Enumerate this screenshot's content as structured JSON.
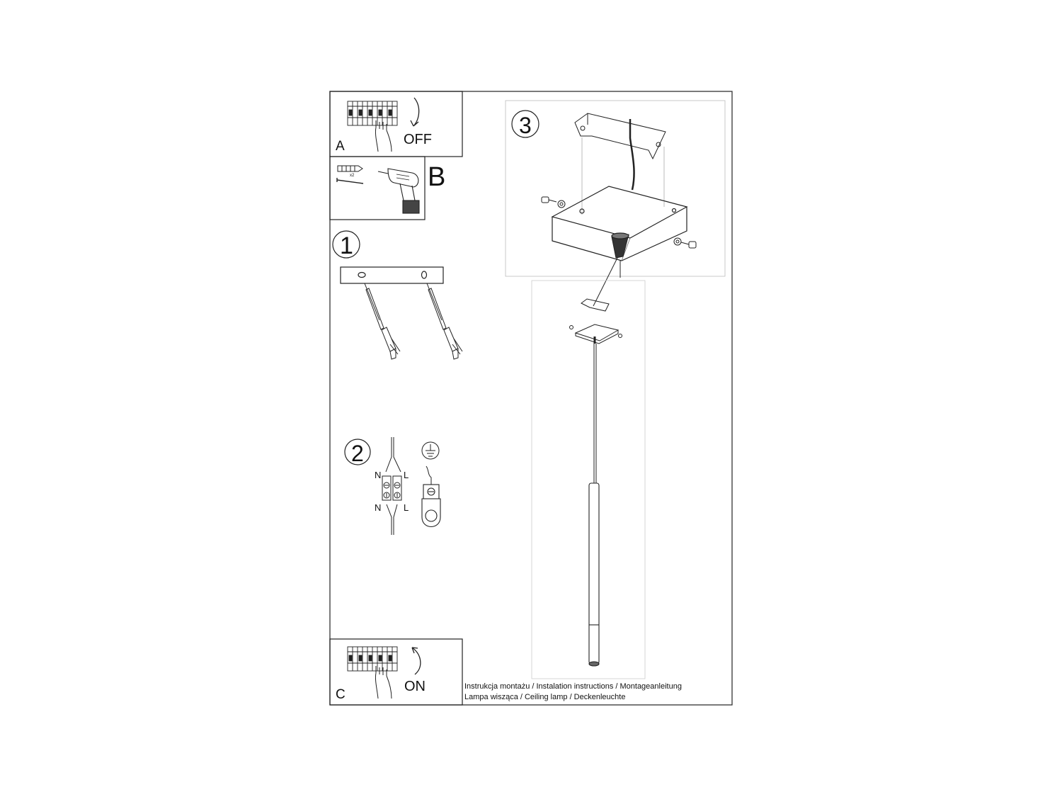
{
  "panels": {
    "a": {
      "letter": "A",
      "state": "OFF"
    },
    "b": {
      "letter": "B",
      "qty": "x2"
    },
    "c": {
      "letter": "C",
      "state": "ON"
    }
  },
  "steps": {
    "s1": "1",
    "s2": {
      "number": "2",
      "top_left": "N",
      "top_right": "L",
      "bottom_left": "N",
      "bottom_right": "L"
    },
    "s3": "3"
  },
  "footer": {
    "line1": "Instrukcja montażu / Instalation instructions / Montageanleitung",
    "line2": "Lampa wisząca / Ceiling lamp / Deckenleuchte"
  }
}
